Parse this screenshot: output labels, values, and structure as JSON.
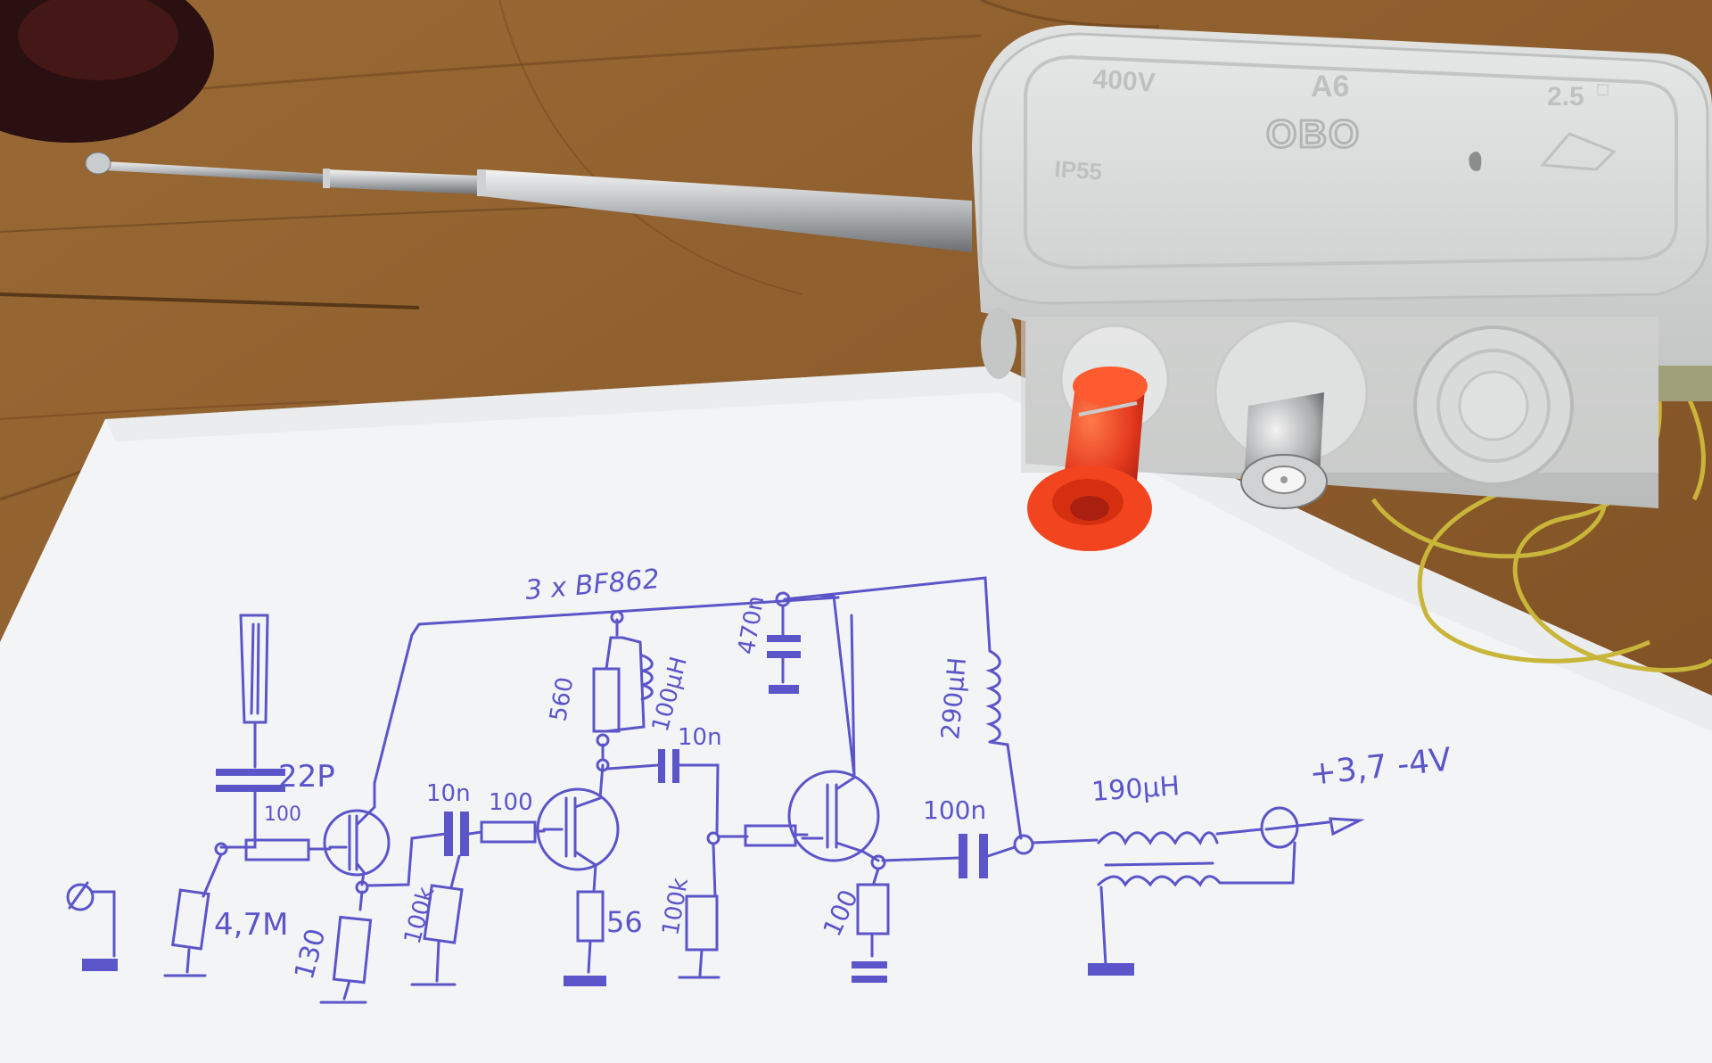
{
  "photo": {
    "description_tags": [
      "wooden-table",
      "paper-schematic",
      "junction-box",
      "telescopic-antenna",
      "red-binding-post",
      "bnc-connector",
      "yellow-wire"
    ]
  },
  "junction_box": {
    "markings": {
      "voltage": "400V",
      "model": "A6",
      "brand": "OBO",
      "rating": "IP55",
      "cross_section": "2.5",
      "cross_section_unit": "□"
    }
  },
  "schematic": {
    "transistors": "3 x BF862",
    "antenna_cap": "22P",
    "gate_resistor_1": "100",
    "gate_bias": "4,7M",
    "source_resistor_1": "130",
    "coupling_cap_1": "10n",
    "gate_resistor_2": "100",
    "bias_resistor_2": "100k",
    "drain_resistor": "560",
    "drain_choke": "100µH",
    "decoupling_cap": "470n",
    "coupling_cap_2": "10n",
    "source_resistor_2": "56",
    "bias_resistor_3": "100k",
    "source_resistor_3": "100",
    "output_cap": "100n",
    "output_choke": "290µH",
    "feed_choke": "190µH",
    "supply": "+3,7 -4V"
  },
  "colors": {
    "wood": "#8a5a2a",
    "paper": "#f3f4f6",
    "ink": "#5b55c9",
    "box": "#d8dad9",
    "post": "#e43a1e",
    "wire": "#c9b53a"
  }
}
